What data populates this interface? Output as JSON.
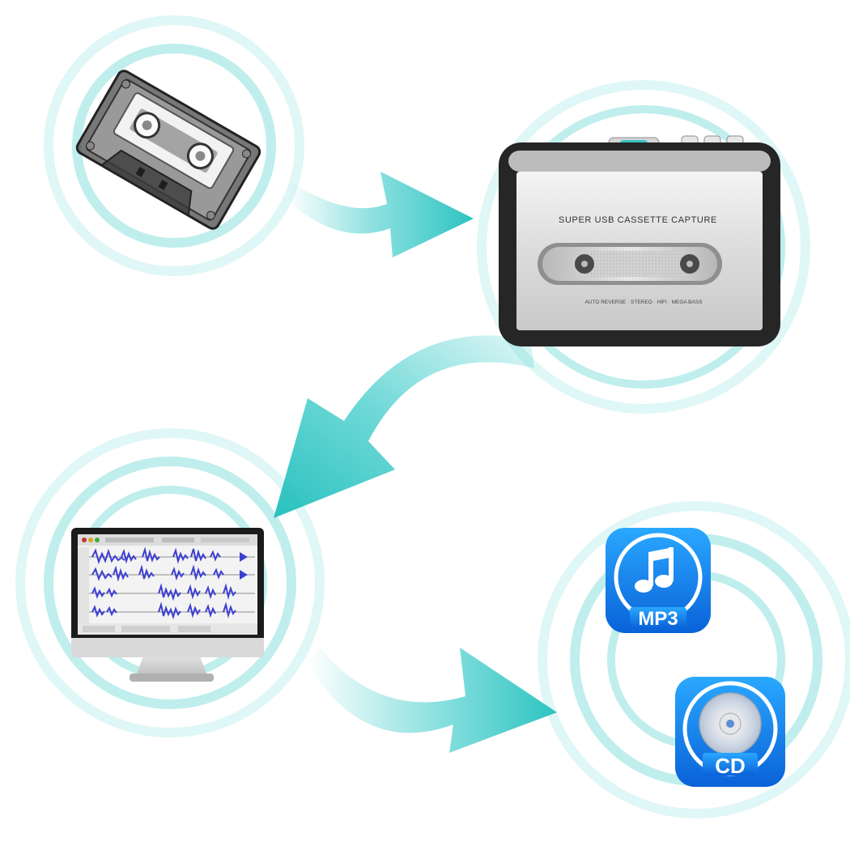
{
  "player": {
    "brand_text": "SUPER USB CASSETTE CAPTURE",
    "features_text": "AUTO REVERSE · STEREO · HIFI · MEGA BASS"
  },
  "formats": {
    "mp3_label": "MP3",
    "cd_label": "CD"
  },
  "colors": {
    "accent": "#33c9c7",
    "ring": "#bfeeed",
    "ring_light": "#dff7f6",
    "app_icon_top": "#2aa8ff",
    "app_icon_bottom": "#0a62d8",
    "waveform": "#3d3fd0"
  },
  "icons": [
    "cassette-tape",
    "usb-cassette-player",
    "computer-monitor",
    "mp3-app-icon",
    "cd-app-icon",
    "flow-arrow"
  ]
}
